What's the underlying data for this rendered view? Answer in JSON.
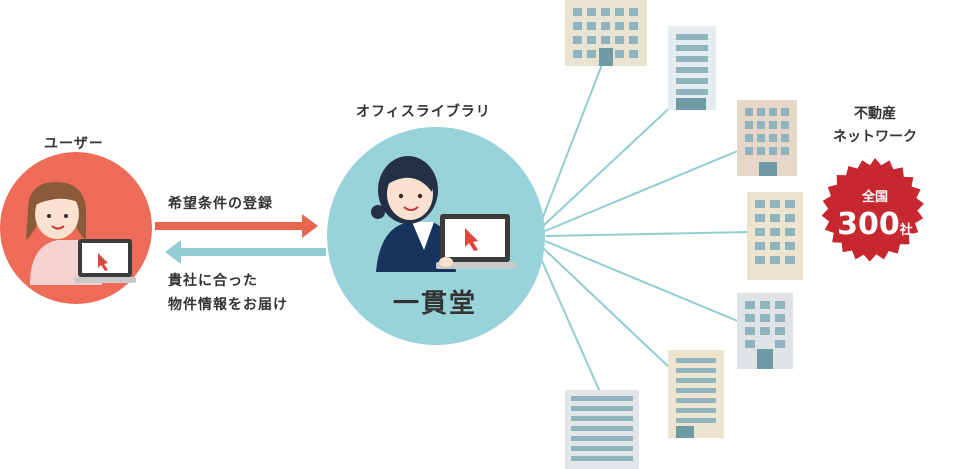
{
  "user_label": "ユーザー",
  "library_label": "オフィスライブラリ",
  "company_name": "一貫堂",
  "network_label_line1": "不動産",
  "network_label_line2": "ネットワーク",
  "badge": {
    "top": "全国",
    "number": "300",
    "unit": "社"
  },
  "arrow_right_label": "希望条件の登録",
  "arrow_left_label_line1": "貴社に合った",
  "arrow_left_label_line2": "物件情報をお届け",
  "colors": {
    "user_circle": "#ee6b58",
    "library_circle": "#98d3d9",
    "arrow_right": "#e8654f",
    "arrow_left": "#92cdd3",
    "badge": "#c7282f",
    "lines": "#92cdd3"
  },
  "buildings_count_shown": 7
}
